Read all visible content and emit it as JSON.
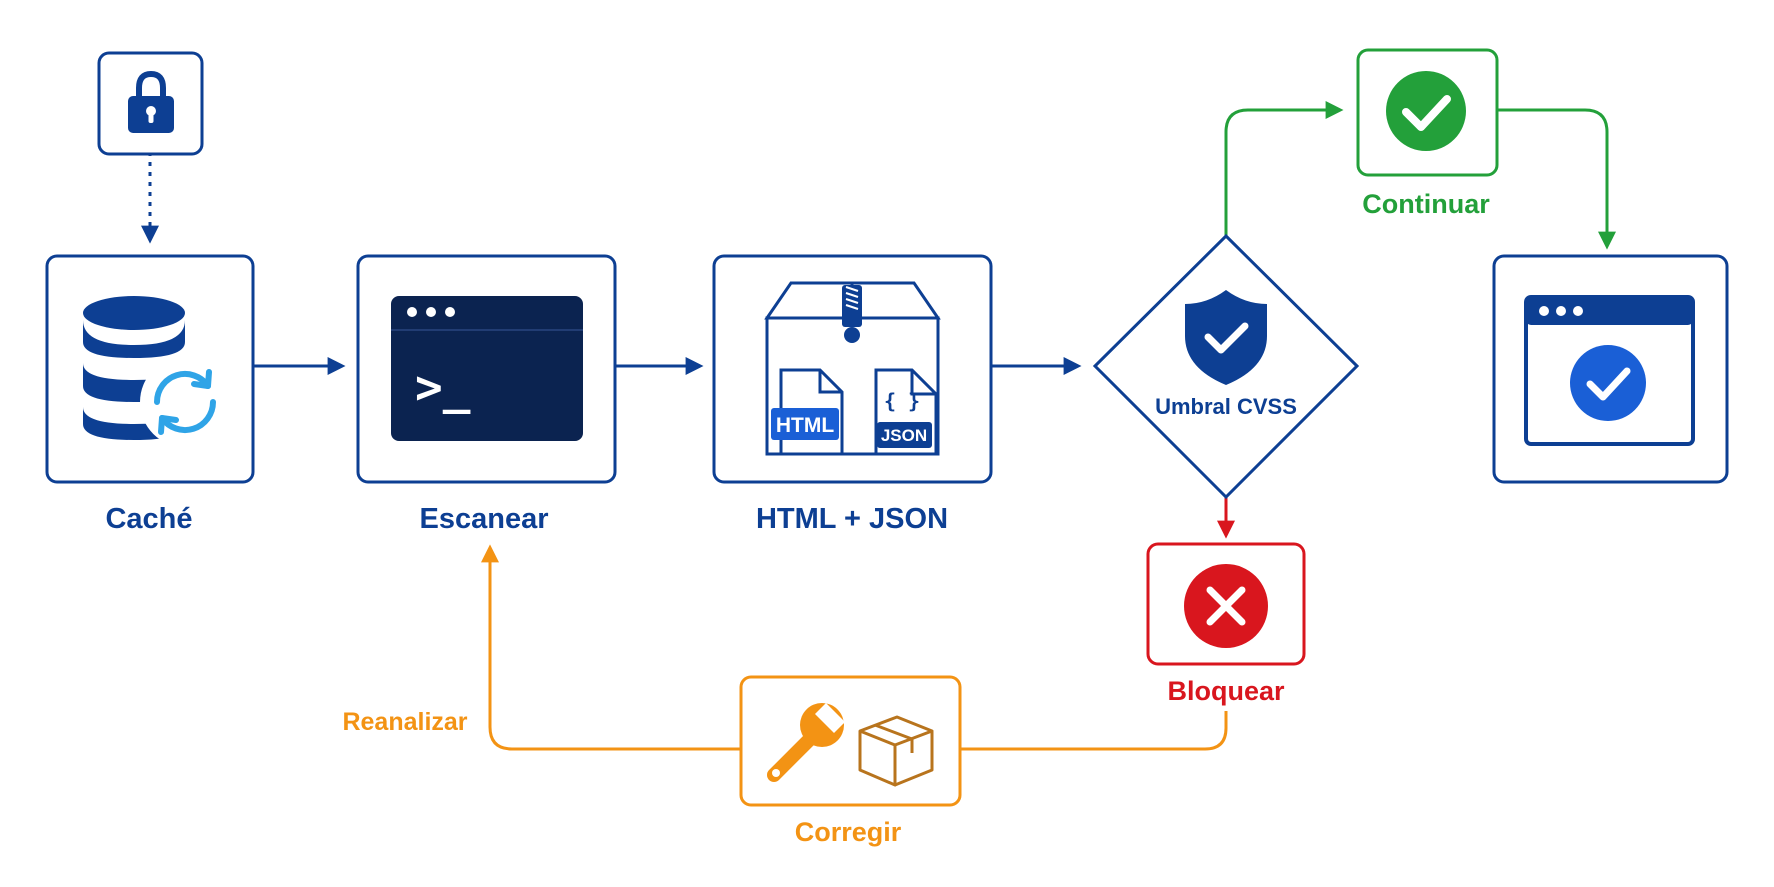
{
  "colors": {
    "blue": "#0D3F93",
    "blue_bright": "#1A5FD6",
    "navy": "#0B2350",
    "sync": "#2FA4E7",
    "green": "#23A03A",
    "red": "#D9161E",
    "orange": "#F39314",
    "brown": "#B8741D"
  },
  "nodes": {
    "lock": {
      "icon": "lock-icon"
    },
    "cache": {
      "label": "Caché",
      "icon": "database-sync-icon"
    },
    "scan": {
      "label": "Escanear",
      "icon": "terminal-icon",
      "prompt": ">_"
    },
    "report": {
      "label": "HTML + JSON",
      "icon": "archive-box-icon",
      "html_tag": "HTML",
      "json_braces": "{ }",
      "json_tag": "JSON"
    },
    "gate": {
      "label": "Umbral CVSS",
      "icon": "shield-check-icon"
    },
    "continue": {
      "label": "Continuar",
      "icon": "check-circle-icon"
    },
    "deploy": {
      "icon": "browser-check-icon"
    },
    "block": {
      "label": "Bloquear",
      "icon": "x-circle-icon"
    },
    "fix": {
      "label": "Corregir",
      "icon": "wrench-package-icon"
    }
  },
  "edges": {
    "rescan_label": "Reanalizar"
  }
}
